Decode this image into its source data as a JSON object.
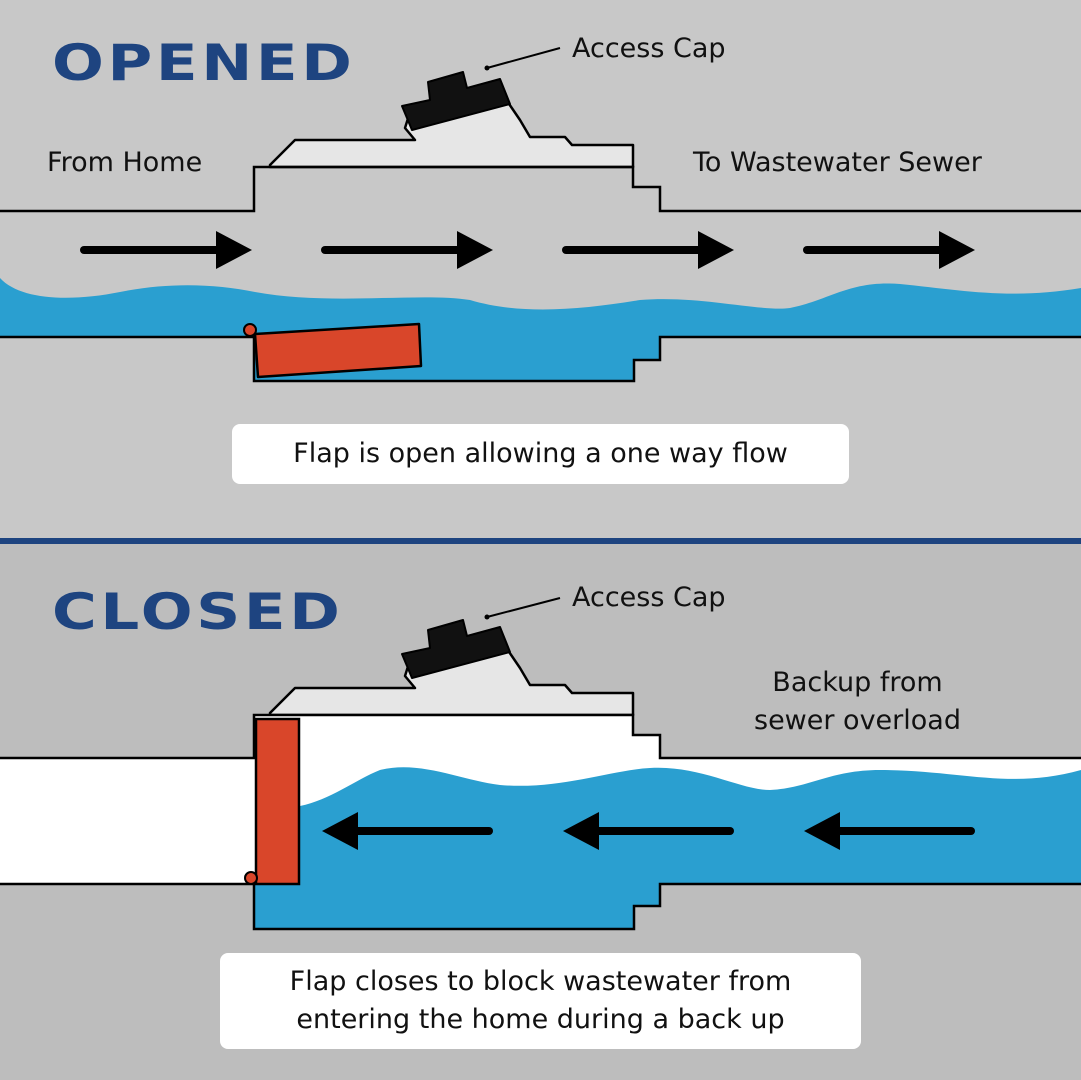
{
  "opened": {
    "title": "OPENED",
    "access_cap_label": "Access Cap",
    "from_label": "From Home",
    "to_label": "To Wastewater Sewer",
    "caption": "Flap is open allowing a one way flow",
    "flow_direction": "left-to-right",
    "flap_state": "open"
  },
  "closed": {
    "title": "CLOSED",
    "access_cap_label": "Access Cap",
    "backup_label_line1": "Backup from",
    "backup_label_line2": "sewer overload",
    "caption_line1": "Flap closes to block wastewater from",
    "caption_line2": "entering the home during a back up",
    "flow_direction": "right-to-left",
    "flap_state": "closed"
  },
  "colors": {
    "background_top": "#c8c8c8",
    "background_bottom": "#bdbdbd",
    "heading": "#1e4480",
    "divider": "#1e4480",
    "water": "#2a9fd0",
    "flap": "#d9462a",
    "cap": "#111111",
    "housing_top": "#e6e6e6",
    "pipe": "#ffffff"
  },
  "icons": [
    "flow-arrow-right",
    "flow-arrow-left",
    "hinge-dot",
    "access-cap"
  ]
}
